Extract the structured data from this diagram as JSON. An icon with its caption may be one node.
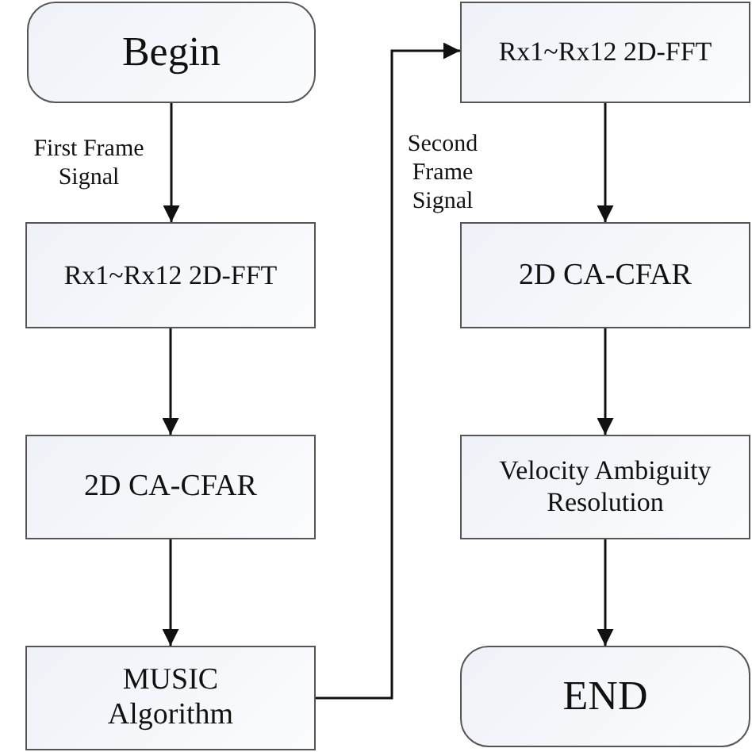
{
  "diagram": {
    "nodes": [
      {
        "text": [
          "Begin"
        ]
      },
      {
        "text": [
          "Rx1~Rx12 2D-FFT"
        ]
      },
      {
        "text": [
          "2D CA-CFAR"
        ]
      },
      {
        "text": [
          "MUSIC Algorithm"
        ]
      },
      {
        "text": [
          "Rx1~Rx12 2D-FFT"
        ]
      },
      {
        "text": [
          "2D CA-CFAR"
        ]
      },
      {
        "text": [
          "Velocity Ambiguity Resolution"
        ]
      },
      {
        "text": [
          "END"
        ]
      }
    ],
    "edges": [
      {
        "from": 0,
        "to": 1,
        "arrow": "to",
        "label": "First Frame Signal"
      },
      {
        "from": 1,
        "to": 2,
        "arrow": "to"
      },
      {
        "from": 2,
        "to": 3,
        "arrow": "to"
      },
      {
        "from": 3,
        "to": 4,
        "arrow": "to",
        "label": "Second Frame Signal"
      },
      {
        "from": 4,
        "to": 5,
        "arrow": "to"
      },
      {
        "from": 5,
        "to": 6,
        "arrow": "to"
      },
      {
        "from": 6,
        "to": 7,
        "arrow": "to"
      }
    ]
  }
}
